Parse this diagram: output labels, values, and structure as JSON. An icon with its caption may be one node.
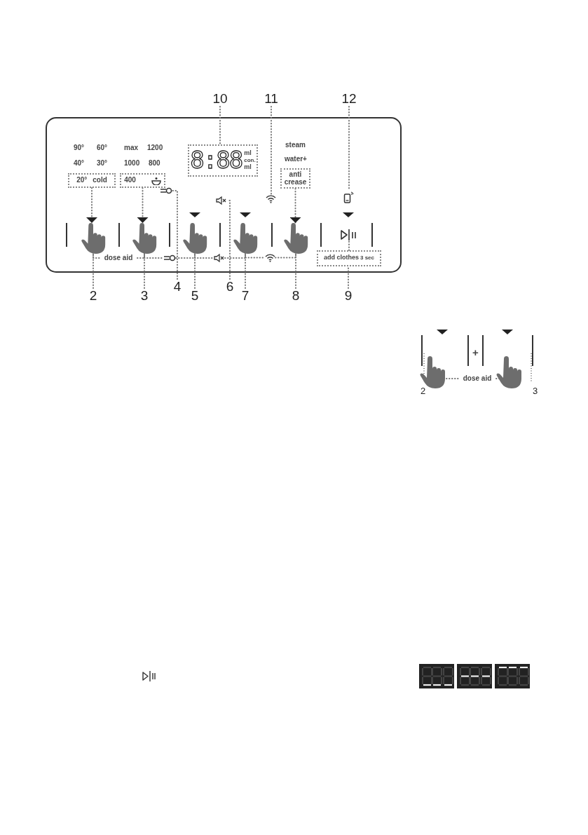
{
  "diagram": {
    "nodes": [
      {
        "text": [
          "10"
        ]
      },
      {
        "text": [
          "11"
        ]
      },
      {
        "text": [
          "12"
        ]
      },
      {
        "text": [
          "8:88",
          "ml",
          "con.",
          "ml"
        ]
      },
      {
        "text": [
          "20°",
          "cold"
        ]
      },
      {
        "text": [
          "400"
        ]
      },
      {
        "text": [],
        "shape": "icon"
      },
      {
        "text": [],
        "shape": "icon"
      },
      {
        "text": [],
        "shape": "icon"
      },
      {
        "text": [
          "anti crease"
        ]
      },
      {
        "text": [],
        "shape": "icon"
      },
      {
        "text": [],
        "shape": "hand"
      },
      {
        "text": [],
        "shape": "hand"
      },
      {
        "text": [],
        "shape": "hand"
      },
      {
        "text": [],
        "shape": "hand"
      },
      {
        "text": [],
        "shape": "hand"
      },
      {
        "text": [],
        "shape": "button"
      },
      {
        "text": [
          "dose aid"
        ]
      },
      {
        "text": [],
        "shape": "icon"
      },
      {
        "text": [],
        "shape": "icon"
      },
      {
        "text": [],
        "shape": "icon"
      },
      {
        "text": [
          "add clothes",
          "3 sec"
        ]
      },
      {
        "text": [
          "2"
        ]
      },
      {
        "text": [
          "3"
        ]
      },
      {
        "text": [
          "4"
        ]
      },
      {
        "text": [
          "5"
        ]
      },
      {
        "text": [
          "6"
        ]
      },
      {
        "text": [
          "7"
        ]
      },
      {
        "text": [
          "8"
        ]
      },
      {
        "text": [
          "9"
        ]
      },
      {
        "text": [],
        "shape": "hand"
      },
      {
        "text": [],
        "shape": "hand"
      },
      {
        "text": [
          "dose aid"
        ]
      }
    ],
    "edges": [
      {
        "from": 0,
        "to": 3,
        "arrow": "none"
      },
      {
        "from": 1,
        "to": 8,
        "arrow": "none"
      },
      {
        "from": 2,
        "to": 10,
        "arrow": "none"
      },
      {
        "from": 4,
        "to": 11,
        "arrow": "to"
      },
      {
        "from": 5,
        "to": 12,
        "arrow": "to"
      },
      {
        "from": 9,
        "to": 15,
        "arrow": "to"
      },
      {
        "from": 22,
        "to": 11,
        "arrow": "none"
      },
      {
        "from": 23,
        "to": 12,
        "arrow": "none"
      },
      {
        "from": 24,
        "to": 6,
        "arrow": "none"
      },
      {
        "from": 25,
        "to": 13,
        "arrow": "none"
      },
      {
        "from": 26,
        "to": 7,
        "arrow": "none"
      },
      {
        "from": 27,
        "to": 14,
        "arrow": "none"
      },
      {
        "from": 28,
        "to": 15,
        "arrow": "none"
      },
      {
        "from": 29,
        "to": 21,
        "arrow": "none"
      },
      {
        "from": 21,
        "to": 16,
        "arrow": "none"
      },
      {
        "from": 11,
        "to": 17,
        "arrow": "none"
      },
      {
        "from": 17,
        "to": 12,
        "arrow": "none"
      },
      {
        "from": 12,
        "to": 18,
        "arrow": "none"
      },
      {
        "from": 18,
        "to": 13,
        "arrow": "none"
      },
      {
        "from": 13,
        "to": 19,
        "arrow": "none"
      },
      {
        "from": 19,
        "to": 14,
        "arrow": "none"
      },
      {
        "from": 14,
        "to": 20,
        "arrow": "none"
      },
      {
        "from": 20,
        "to": 15,
        "arrow": "none"
      },
      {
        "from": 30,
        "to": 32,
        "arrow": "none"
      },
      {
        "from": 32,
        "to": 31,
        "arrow": "none"
      }
    ],
    "labels": [
      "90°",
      "60°",
      "max",
      "1200",
      "40°",
      "30°",
      "1000",
      "800",
      "steam",
      "water+",
      "+",
      "2",
      "3"
    ]
  }
}
